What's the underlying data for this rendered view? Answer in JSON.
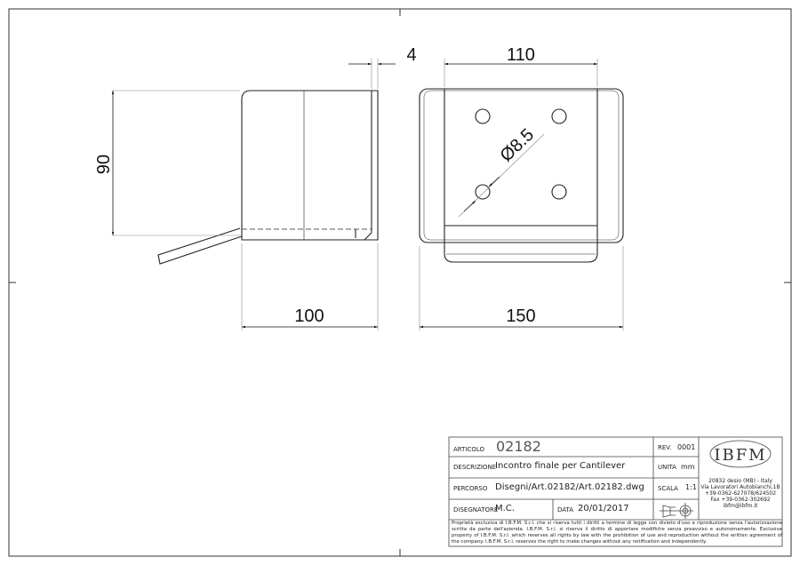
{
  "dimensions": {
    "thickness": "4",
    "width_top": "110",
    "height": "90",
    "diameter": "Ø8.5",
    "depth": "100",
    "width_bottom": "150"
  },
  "title_block": {
    "articolo_label": "ARTICOLO",
    "articolo": "02182",
    "rev_label": "REV.",
    "rev": "0001",
    "descrizione_label": "DESCRIZIONE",
    "descrizione": "Incontro finale per Cantilever",
    "unita_label": "UNITA",
    "unita": "mm",
    "percorso_label": "PERCORSO",
    "percorso": "Disegni/Art.02182/Art.02182.dwg",
    "scala_label": "SCALA",
    "scala": "1:1",
    "disegnatore_label": "DISEGNATORE",
    "disegnatore": "M.C.",
    "data_label": "DATA",
    "data": "20/01/2017",
    "logo": "IBFM",
    "address": [
      "20832 desio (MB) - Italy",
      "Via Lavoratori Autobianchi,1B",
      "+39-0362-627078/624502",
      "Fax +39-0362-302692",
      "ibfm@ibfm.it"
    ],
    "notice": "Proprietà esclusiva di I.B.F.M. S.r.l. che si riserva tutti i diritti a termine di legge con divieto d'uso e riproduzione senza l'autorizzazione scritta da parte dell'azienda. I.B.F.M. S.r.l. si riserva il diritto di apportare modifiche senza preavviso e autonomamente. Exclusive property of I.B.F.M. S.r.l. which reserves all rights by law with the prohibition of use and reproduction without the written agreement of the company. I.B.F.M. S.r.l. reserves the right to make changes without any notification and independently."
  }
}
